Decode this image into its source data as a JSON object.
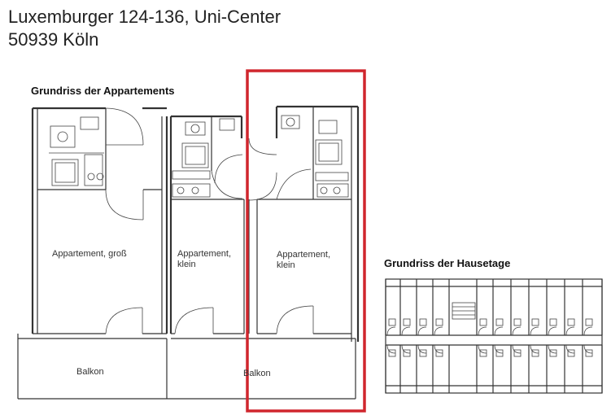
{
  "address": {
    "line1": "Luxemburger 124-136, Uni-Center",
    "line2": "50939 Köln"
  },
  "apartments_plan": {
    "heading": "Grundriss der Appartements",
    "rooms": {
      "large": "Appartement, groß",
      "small_1": [
        "Appartement,",
        "klein"
      ],
      "small_2": [
        "Appartement,",
        "klein"
      ],
      "balcony_1": "Balkon",
      "balcony_2": "Balkon"
    }
  },
  "floor_plan": {
    "heading": "Grundriss der Hausetage"
  },
  "colors": {
    "highlight": "#d0262d",
    "lines": "#333333"
  }
}
